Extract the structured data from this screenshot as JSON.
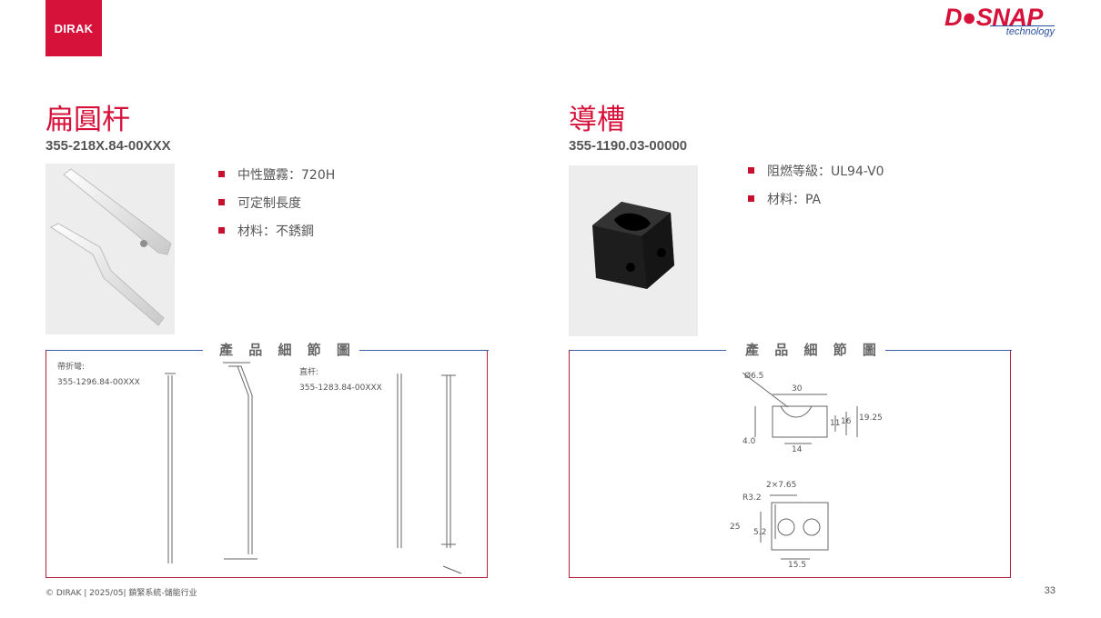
{
  "header": {
    "left_logo_text": "DIRAK",
    "right_logo_main": "D●SNAP",
    "right_logo_sub": "technology"
  },
  "left_product": {
    "title": "扁圓杆",
    "part_number": "355-218X.84-00XXX",
    "bullets": [
      "中性鹽霧：720H",
      "可定制長度",
      "材料：不銹鋼"
    ],
    "detail_caption": "產 品 細 節 圖",
    "drawing_labels": {
      "bent_label": "帶折彎:",
      "bent_part": "355-1296.84-00XXX",
      "straight_label": "直杆:",
      "straight_part": "355-1283.84-00XXX"
    }
  },
  "right_product": {
    "title": "導槽",
    "part_number": "355-1190.03-00000",
    "bullets": [
      "阻燃等級：UL94-V0",
      "材料：PA"
    ],
    "detail_caption": "產 品 細 節 圖",
    "dimensions": {
      "d1": "Ø6.5",
      "d2": "30",
      "d3": "11",
      "d4": "16",
      "d5": "19.25",
      "d6": "4.0",
      "d7": "14",
      "d8": "2×7.65",
      "d9": "R3.2",
      "d10": "25",
      "d11": "5.2",
      "d12": "15.5"
    }
  },
  "footer": {
    "text": "© DIRAK | 2025/05| 鎖緊系統-儲能行业",
    "page_number": "33"
  },
  "colors": {
    "brand_red": "#d6113a",
    "line_blue": "#3b5fa8",
    "box_red": "#b3223a"
  }
}
